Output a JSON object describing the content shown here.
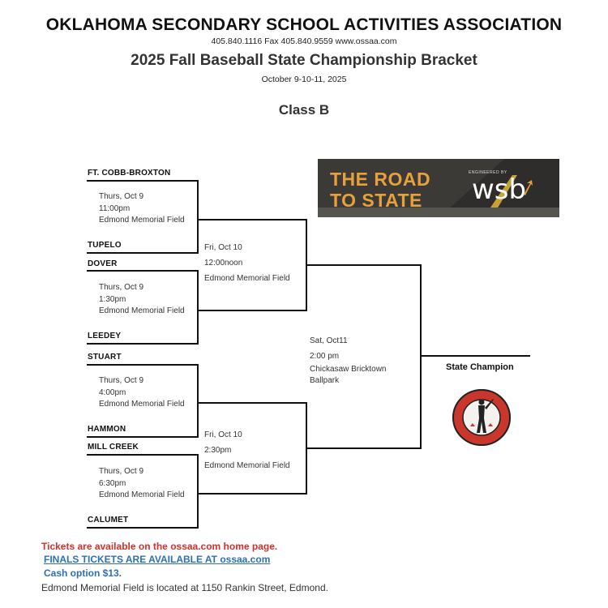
{
  "header": {
    "org": "OKLAHOMA SECONDARY SCHOOL ACTIVITIES ASSOCIATION",
    "contact": "405.840.1116   Fax 405.840.9559  www.ossaa.com",
    "title": "2025 Fall Baseball State Championship Bracket",
    "dates": "October 9-10-11, 2025",
    "class": "Class B"
  },
  "round1": [
    {
      "top": "FT. COBB-BROXTON",
      "bottom": "TUPELO",
      "day": "Thurs, Oct 9",
      "time": "11:00pm",
      "venue": "Edmond Memorial Field"
    },
    {
      "top": "DOVER",
      "bottom": "LEEDEY",
      "day": "Thurs, Oct 9",
      "time": "1:30pm",
      "venue": "Edmond Memorial Field"
    },
    {
      "top": "STUART",
      "bottom": "HAMMON",
      "day": "Thurs, Oct 9",
      "time": "4:00pm",
      "venue": "Edmond Memorial Field"
    },
    {
      "top": "MILL CREEK",
      "bottom": "CALUMET",
      "day": "Thurs, Oct 9",
      "time": "6:30pm",
      "venue": "Edmond Memorial Field"
    }
  ],
  "semis": [
    {
      "day": "Fri, Oct 10",
      "time": "12:00noon",
      "venue": "Edmond Memorial Field"
    },
    {
      "day": "Fri, Oct 10",
      "time": "2:30pm",
      "venue": "Edmond Memorial Field"
    }
  ],
  "final": {
    "day": "Sat, Oct11",
    "time": "2:00 pm",
    "venue1": "Chickasaw Bricktown",
    "venue2": "Ballpark"
  },
  "champion_label": "State Champion",
  "banner": {
    "line1": "THE ROAD",
    "line2": "TO STATE",
    "engineered": "ENGINEERED BY",
    "brand": "wsb"
  },
  "seal_icon": "ossaa-seal",
  "footer": {
    "tickets": "Tickets are available on the ossaa.com home page.",
    "finals_link": "FINALS TICKETS ARE AVAILABLE AT ossaa.com",
    "cash": "Cash option $13.",
    "location": "Edmond Memorial Field is located at 1150 Rankin Street,  Edmond."
  },
  "colors": {
    "footer_red": "#d0312d",
    "footer_blue": "#2e6fb6",
    "banner_orange": "#e8a13a"
  }
}
